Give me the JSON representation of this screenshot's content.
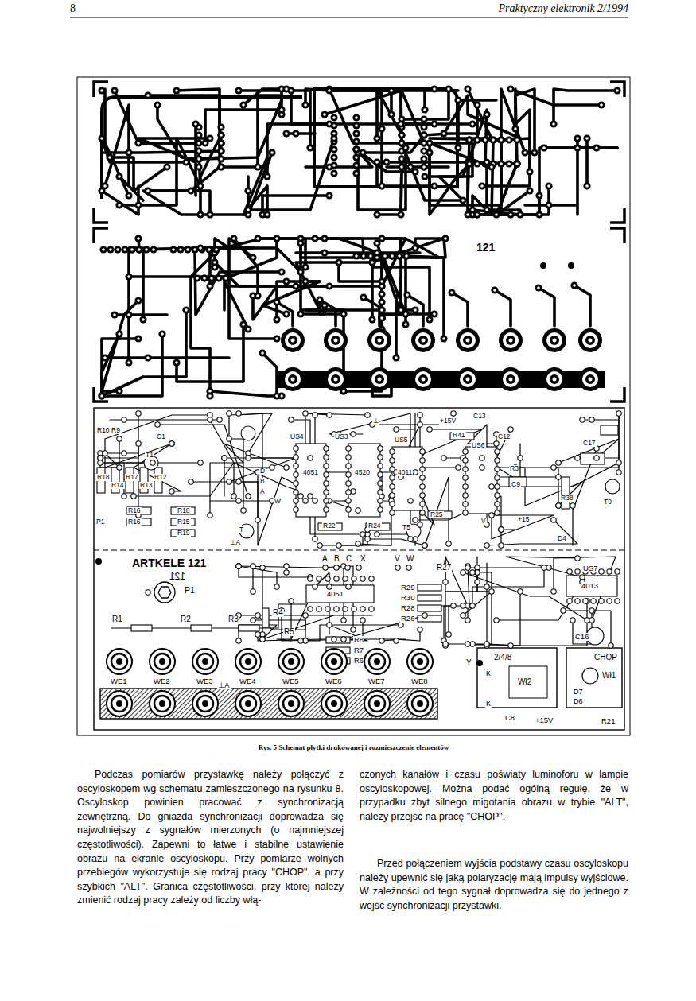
{
  "diagram": {
    "caption": "Rys. 5 Schemat płytki drukowanej i rozmieszczenie elementów",
    "labels": [
      "8",
      "Praktyczny elektronik 2/1994",
      "121",
      "R10",
      "R9",
      "C1",
      "T1",
      "R18",
      "R14",
      "R17",
      "R13",
      "R12",
      "P1",
      "R16",
      "R16",
      "R18",
      "R15",
      "R19",
      "⊥A",
      "D",
      "B",
      "A",
      "W",
      "US4",
      "US3",
      "4051",
      "4520",
      "US5",
      "4011",
      "⊥",
      "+15V",
      "C13",
      "R41",
      "US6",
      "C12",
      "R3",
      "C9",
      "C17",
      "R38",
      "T9",
      "V",
      "+15",
      "D4",
      "R25",
      "T5",
      "R22",
      "R24",
      "T",
      "ARTKELE 121",
      "121",
      "P1",
      "R1",
      "R2",
      "R3",
      "R4",
      "R5",
      "R8",
      "R7",
      "R6",
      "4051",
      "A",
      "B",
      "C",
      "X",
      "V",
      "W",
      "R27",
      "R29",
      "R30",
      "R28",
      "R26",
      "US7",
      "4013",
      "C16",
      "WE1",
      "WE2",
      "WE3",
      "⊥A",
      "WE4",
      "WE5",
      "WE6",
      "WE7",
      "WE8",
      "Y",
      "2/4/8",
      "CHOP",
      "K",
      "Wł2",
      "D7",
      "K",
      "D6",
      "Wł1",
      "C8",
      "+15V",
      "R21",
      "Podczas pomiarów przystawkę należy połączyć z oscyloskopem wg schematu zamieszczonego na rysunku 8. Oscyloskop powinien pracować z synchronizacją zewnętrzną. Do gniazda synchronizacji doprowadza się najwolniejszy z sygnałów mierzonych (o najmniejszej częstotliwości). Zapewni to łatwe i stabilne ustawienie obrazu na ekranie oscyloskopu. Przy pomiarze wolnych przebiegów wykorzystuje się rodzaj pracy \"CHOP\", a przy szybkich \"ALT\". Granica częstotliwości, przy której należy zmienić rodzaj pracy zależy od liczby włą-",
      "czonych kanałów i czasu poświaty luminoforu w lampie oscyloskopowej. Można podać ogólną regułę, że w przypadku zbyt silnego migotania obrazu w trybie \"ALT\", należy przejść na pracę \"CHOP\".",
      "Przed połączeniem wyjścia podstawy czasu oscyloskopu należy upewnić się jaką polaryzację mają impulsy wyjściowe. W zależności od tego sygnał doprowadza się do jednego z wejść synchronizacji przystawki."
    ]
  }
}
